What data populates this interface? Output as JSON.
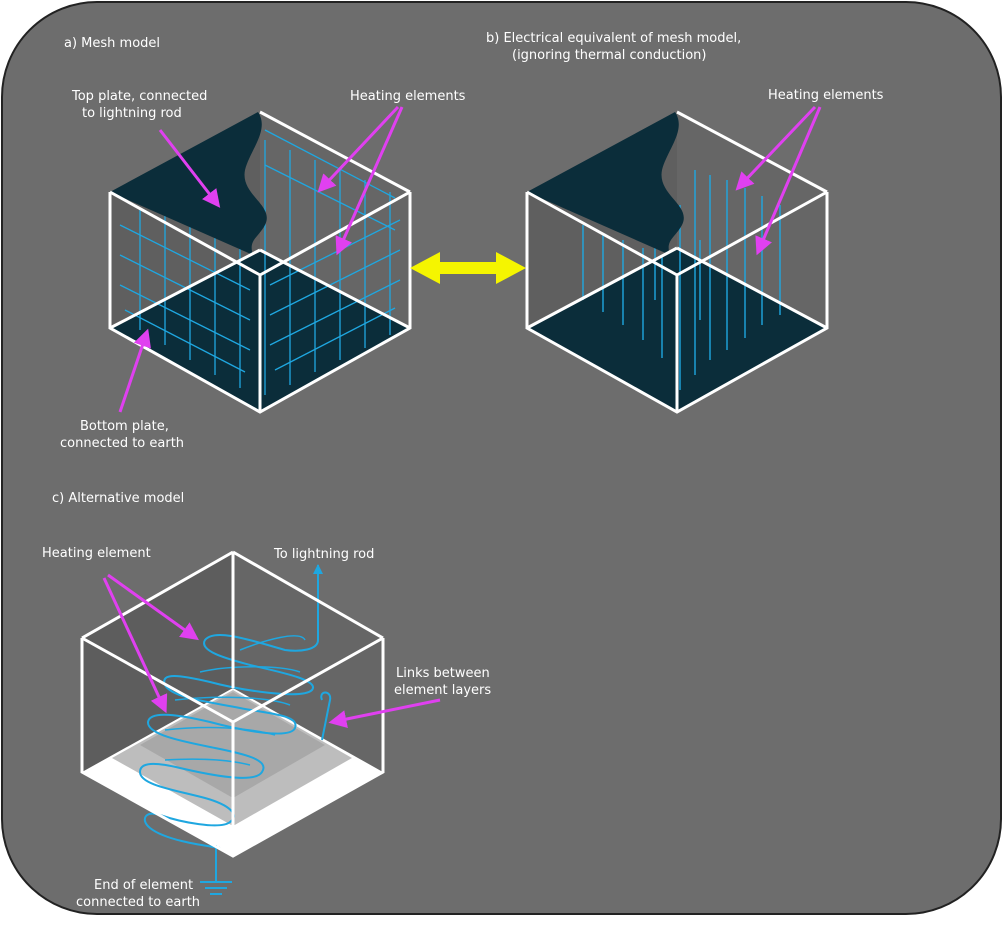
{
  "panels": {
    "a_title": "a) Mesh model",
    "b_title_line1": "b) Electrical equivalent of mesh model,",
    "b_title_line2": "(ignoring thermal conduction)",
    "c_title": "c) Alternative model"
  },
  "labels": {
    "top_plate_line1": "Top plate, connected",
    "top_plate_line2": "to lightning rod",
    "heating_elements_a": "Heating elements",
    "bottom_plate_line1": "Bottom plate,",
    "bottom_plate_line2": "connected to earth",
    "heating_elements_b": "Heating elements",
    "heating_element_c": "Heating element",
    "to_lightning_rod": "To lightning rod",
    "links_line1": "Links between",
    "links_line2": "element layers",
    "end_line1": "End of element",
    "end_line2": "connected to earth"
  },
  "colors": {
    "background_panel": "#6d6d6d",
    "cube_edge": "#ffffff",
    "plate": "#0b2d3a",
    "element": "#1fa7e0",
    "pointer_arrow": "#e040f0",
    "double_arrow": "#f5f500",
    "wall": "#5a5a5a"
  }
}
